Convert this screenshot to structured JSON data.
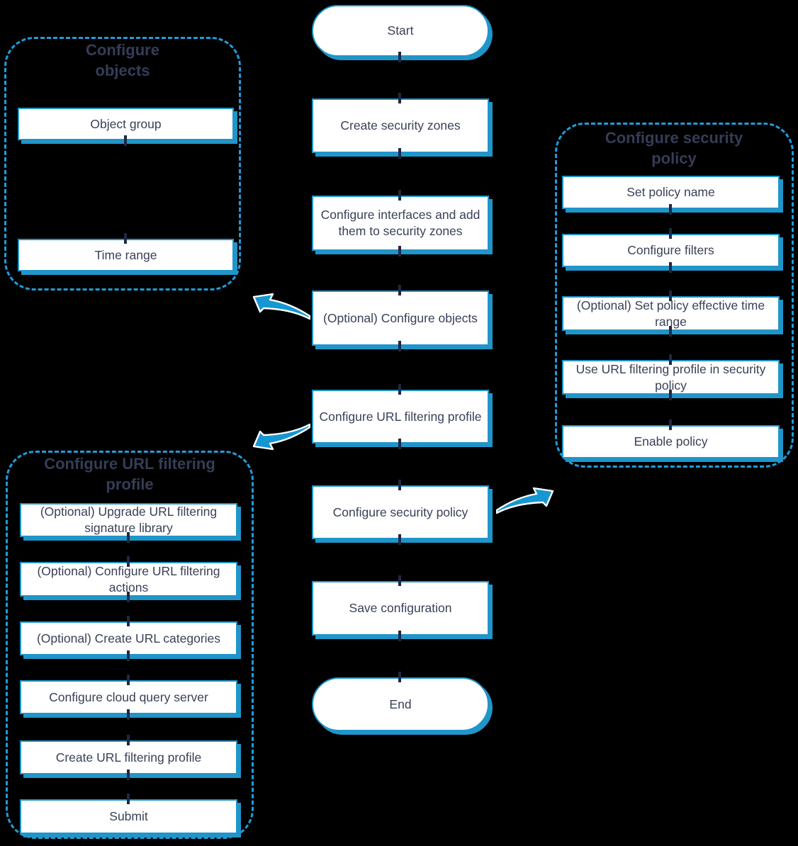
{
  "colors": {
    "background": "#000000",
    "box_border": "#2095c9",
    "box_fill": "#ffffff",
    "text": "#3a4157",
    "panel_title_text": "#353d56",
    "panel_dashed_border": "#1f9dda",
    "connector_tick": "#1d2945",
    "curved_arrow_fill": "#1697d2",
    "curved_arrow_outline": "#ffffff"
  },
  "flow": {
    "nodes": [
      {
        "label": "Start"
      },
      {
        "label": "Create security zones"
      },
      {
        "label": "Configure interfaces and add them to security zones"
      },
      {
        "label": "(Optional) Configure objects"
      },
      {
        "label": "Configure URL filtering profile"
      },
      {
        "label": "Configure security policy"
      },
      {
        "label": "Save configuration"
      },
      {
        "label": "End"
      }
    ]
  },
  "panels": [
    {
      "title": "Configure objects",
      "items": [
        {
          "label": "Object group"
        },
        {
          "label": "Time range"
        }
      ]
    },
    {
      "title": "Configure URL filtering profile",
      "items": [
        {
          "label": "(Optional) Upgrade URL filtering signature library"
        },
        {
          "label": "(Optional) Configure URL filtering actions"
        },
        {
          "label": "(Optional) Create URL categories"
        },
        {
          "label": "Configure cloud query server"
        },
        {
          "label": "Create URL filtering profile"
        },
        {
          "label": "Submit"
        }
      ]
    },
    {
      "title": "Configure security policy",
      "items": [
        {
          "label": "Set policy name"
        },
        {
          "label": "Configure filters"
        },
        {
          "label": "(Optional) Set policy effective time range"
        },
        {
          "label": "Use URL filtering profile in security policy"
        },
        {
          "label": "Enable policy"
        }
      ]
    }
  ]
}
